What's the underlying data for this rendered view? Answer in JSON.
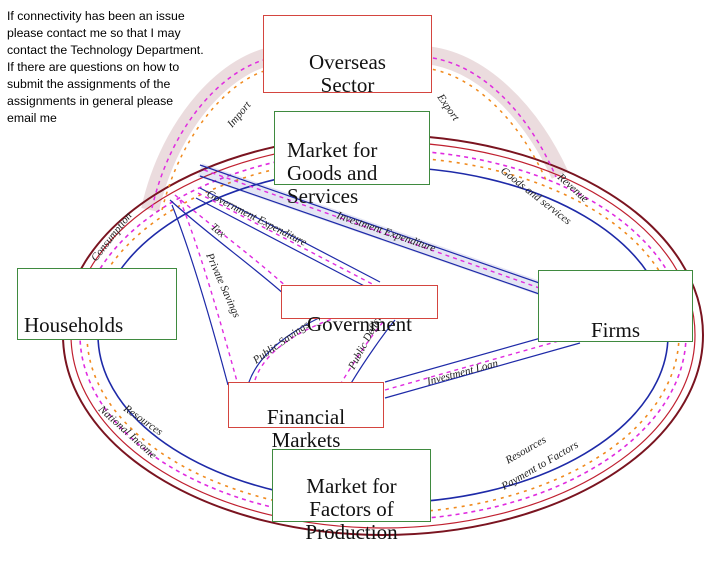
{
  "note": "If connectivity has been an issue\nplease contact me so that I may\ncontact the Technology Department.\nIf there are questions on how to\nsubmit the assignments of the\nassignments in general please\nemail me",
  "boxes": {
    "overseas": "Overseas\nSector",
    "goods_market": "Market for\nGoods and\nServices",
    "households": "Households",
    "government": "Government",
    "firms": "Firms",
    "financial_markets": "Financial\nMarkets",
    "factor_market": "Market for\nFactors of\nProduction"
  },
  "flows": {
    "import": "Import",
    "export": "Export",
    "consumption": "Consumption",
    "revenue": "Revenue",
    "goods_and_services": "Goods and services",
    "government_expenditure": "Government Expenditure",
    "investment_expenditure": "Investment Expenditure",
    "tax": "Tax",
    "private_savings": "Private Savings",
    "public_savings": "Public Savings",
    "public_deficit": "Public Deficit",
    "investment_loan": "Investment Loan",
    "resources": "Resources",
    "national_income": "National Income",
    "resources_firms": "Resources",
    "payment_to_factors": "Payment to Factors"
  },
  "colors": {
    "box_red": "#d4453f",
    "box_green": "#3f8a3f",
    "loop_dark_red": "#7a1420",
    "loop_blue": "#1e2aa8",
    "arrow_magenta": "#e02ce0",
    "arrow_orange": "#f08a1e"
  }
}
